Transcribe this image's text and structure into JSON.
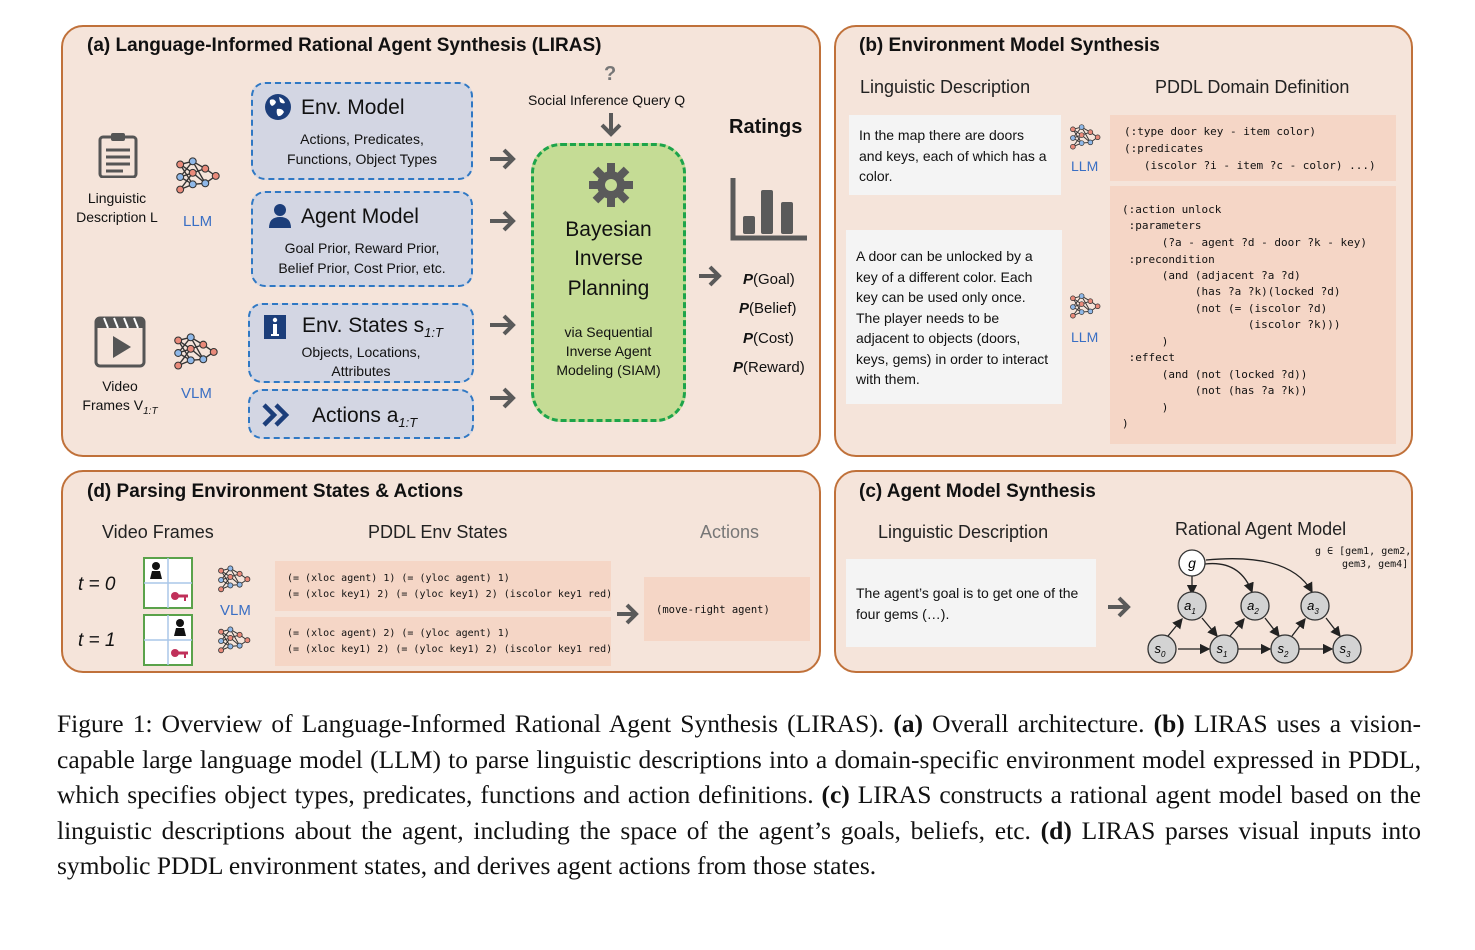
{
  "panel_a": {
    "title": "(a) Language-Informed Rational Agent Synthesis (LIRAS)",
    "linguistic_label_1": "Linguistic",
    "linguistic_label_2": "Description L",
    "llm_label": "LLM",
    "video_label_1": "Video",
    "video_label_2": "Frames V",
    "video_sub": "1:T",
    "vlm_label": "VLM",
    "env_model_title": "Env. Model",
    "env_model_line1": "Actions, Predicates,",
    "env_model_line2": "Functions, Object Types",
    "agent_model_title": "Agent Model",
    "agent_model_line1": "Goal Prior, Reward Prior,",
    "agent_model_line2": "Belief Prior, Cost Prior, etc.",
    "env_states_title": "Env. States s",
    "env_states_sub": "1:T",
    "env_states_line1": "Objects, Locations,",
    "env_states_line2": "Attributes",
    "actions_title": "Actions a",
    "actions_sub": "1:T",
    "query_mark": "?",
    "query_label": "Social Inference Query Q",
    "bip_line1": "Bayesian",
    "bip_line2": "Inverse",
    "bip_line3": "Planning",
    "bip_via1": "via Sequential",
    "bip_via2": "Inverse Agent",
    "bip_via3": "Modeling (SIAM)",
    "ratings_title": "Ratings",
    "ratings": [
      {
        "p": "P",
        "rest": "(Goal)"
      },
      {
        "p": "P",
        "rest": "(Belief)"
      },
      {
        "p": "P",
        "rest": "(Cost)"
      },
      {
        "p": "P",
        "rest": "(Reward)"
      }
    ]
  },
  "panel_b": {
    "title": "(b) Environment Model Synthesis",
    "col1": "Linguistic Description",
    "col2": "PDDL Domain Definition",
    "text1": "In the map there are doors and keys, each of which has a color.",
    "text2": "A door can be unlocked by a key of a different color. Each key can be used only once. The player needs to be adjacent to objects (doors, keys, gems) in order to interact with them.",
    "llm_label": "LLM",
    "code1": [
      "(:type door key - item color)",
      "(:predicates",
      "   (iscolor ?i - item ?c - color) ...)"
    ],
    "code2": [
      "(:action unlock",
      " :parameters",
      "      (?a - agent ?d - door ?k - key)",
      " :precondition",
      "      (and (adjacent ?a ?d)",
      "           (has ?a ?k)(locked ?d)",
      "           (not (= (iscolor ?d)",
      "                   (iscolor ?k)))",
      "      )",
      " :effect",
      "      (and (not (locked ?d))",
      "           (not (has ?a ?k))",
      "      )",
      ")"
    ]
  },
  "panel_d": {
    "title": "(d) Parsing Environment States & Actions",
    "col1": "Video Frames",
    "col2": "PDDL Env States",
    "col3": "Actions",
    "t0": "t = 0",
    "t1": "t = 1",
    "vlm_label": "VLM",
    "state0_line1": "(= (xloc agent) 1) (= (yloc agent) 1)",
    "state0_line2": "(= (xloc key1) 2) (= (yloc key1) 2) (iscolor key1 red)",
    "state1_line1": "(= (xloc agent) 2) (= (yloc agent) 1)",
    "state1_line2": "(= (xloc key1) 2) (= (yloc key1) 2) (iscolor key1 red)",
    "action": "(move-right agent)"
  },
  "panel_c": {
    "title": "(c) Agent Model Synthesis",
    "col1": "Linguistic Description",
    "col2": "Rational Agent Model",
    "text": "The agent’s goal is to get one of the four gems (…).",
    "g_label": "g",
    "g_set_1": "g ∈ [gem1, gem2,",
    "g_set_2": "gem3, gem4]",
    "a_nodes": [
      {
        "base": "a",
        "sub": "1"
      },
      {
        "base": "a",
        "sub": "2"
      },
      {
        "base": "a",
        "sub": "3"
      }
    ],
    "s_nodes": [
      {
        "base": "s",
        "sub": "0"
      },
      {
        "base": "s",
        "sub": "1"
      },
      {
        "base": "s",
        "sub": "2"
      },
      {
        "base": "s",
        "sub": "3"
      }
    ]
  },
  "caption": {
    "lead": "Figure 1:  Overview of Language-Informed Rational Agent Synthesis (LIRAS). ",
    "a_tag": "(a)",
    "a_text": " Overall architecture.  ",
    "b_tag": "(b)",
    "b_text": " LIRAS uses a vision-capable large language model (LLM) to parse linguistic descriptions into a domain-specific environment model expressed in PDDL, which specifies object types, predicates, functions and action definitions. ",
    "c_tag": "(c)",
    "c_text": " LIRAS constructs a rational agent model based on the linguistic descriptions about the agent, including the space of the agent’s goals, beliefs, etc. ",
    "d_tag": "(d)",
    "d_text": " LIRAS parses visual inputs into symbolic PDDL environment states, and derives agent actions from those states."
  },
  "colors": {
    "panel_fill": "#f5e4da",
    "panel_border": "#c0713a",
    "blue_box_fill": "#d3d6e3",
    "blue_dash": "#2f78c4",
    "green_fill": "#c5dc95",
    "green_dash": "#1da44a",
    "code_fill": "#f5d6c6",
    "llm_blue": "#3a6fc4",
    "key_red": "#c0305a"
  }
}
